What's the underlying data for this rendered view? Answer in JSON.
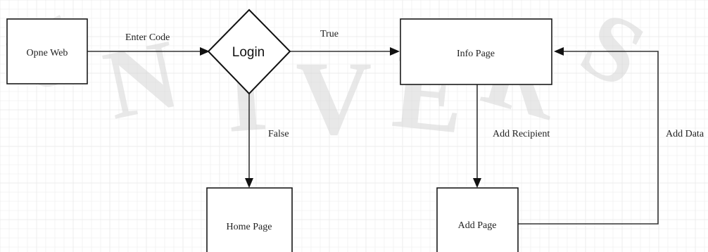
{
  "watermark": {
    "text": "UNIVERSITY",
    "visible_letters": [
      "U",
      "N",
      "I",
      "V",
      "E",
      "R",
      "S"
    ],
    "color": "#d6d6d6"
  },
  "nodes": {
    "open_web": {
      "label": "Opne Web",
      "shape": "rectangle"
    },
    "login": {
      "label": "Login",
      "shape": "diamond"
    },
    "info_page": {
      "label": "Info Page",
      "shape": "rectangle"
    },
    "home_page": {
      "label": "Home Page",
      "shape": "rectangle"
    },
    "add_page": {
      "label": "Add Page",
      "shape": "rectangle"
    }
  },
  "edges": {
    "enter_code": {
      "label": "Enter Code",
      "from": "open_web",
      "to": "login"
    },
    "true_edge": {
      "label": "True",
      "from": "login",
      "to": "info_page"
    },
    "false_edge": {
      "label": "False",
      "from": "login",
      "to": "home_page"
    },
    "add_recipient": {
      "label": "Add Recipient",
      "from": "info_page",
      "to": "add_page"
    },
    "add_data": {
      "label": "Add Data",
      "from": "add_page",
      "to": "info_page"
    }
  },
  "colors": {
    "background": "#ffffff",
    "grid": "#ececec",
    "line": "#333333"
  }
}
